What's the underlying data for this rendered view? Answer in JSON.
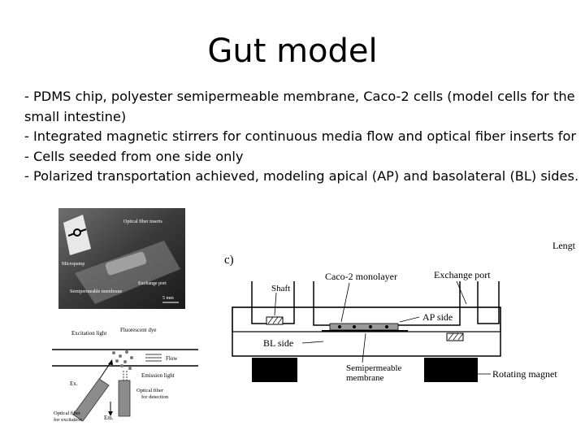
{
  "slide": {
    "title": "Gut model",
    "bullets": [
      "- PDMS chip, polyester semipermeable membrane, Caco-2 cells (model cells for the small intestine)",
      "- Integrated magnetic stirrers for continuous media flow and optical fiber inserts for",
      "- Cells seeded from one side only",
      "- Polarized transportation achieved, modeling apical (AP) and basolateral (BL) sides."
    ]
  },
  "photo": {
    "labels": {
      "optical_fiber_inserts": "Optical fiber inserts",
      "micropump": "Micropump",
      "exchange_port": "Exchange port",
      "semipermeable_membrane": "Semipermeable membrane",
      "scale": "5 mm"
    }
  },
  "fiber_diagram": {
    "excitation_light": "Excitation light",
    "fluorescent_dye": "Fluorescent dye",
    "flow": "Flow",
    "emission_light": "Emission light",
    "ex": "Ex.",
    "em": "Em.",
    "fiber_detection_1": "Optical fiber",
    "fiber_detection_2": "for detection",
    "fiber_excitation_1": "Optical fiber",
    "fiber_excitation_2": "for excitation"
  },
  "schematic": {
    "panel_label": "c)",
    "corner_text": "Lengt",
    "shaft": "Shaft",
    "caco2": "Caco-2 monolayer",
    "exchange_port": "Exchange port",
    "ap_side": "AP side",
    "bl_side": "BL side",
    "membrane_1": "Semipermeable",
    "membrane_2": "membrane",
    "rotating_magnet": "Rotating magnet"
  }
}
